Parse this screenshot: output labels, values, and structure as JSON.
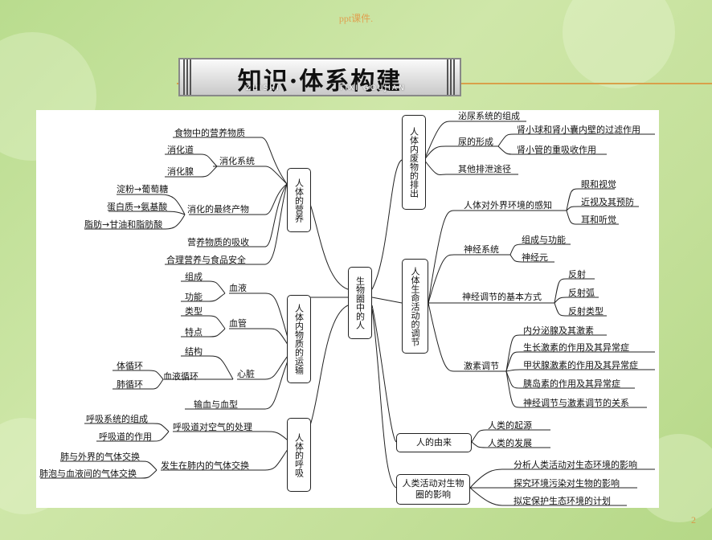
{
  "header": {
    "note": "ppt课件."
  },
  "banner": {
    "title": "知识·体系构建",
    "subtitle_left": "ZHISHI",
    "subtitle_right": "TIXI GOUJIAN"
  },
  "center": "生物圈中的人",
  "left": {
    "nutrition": {
      "title": "人体的营养",
      "food_nutrients": "食物中的营养物质",
      "digestive_system": "消化系统",
      "digestive_tract": "消化道",
      "digestive_gland": "消化腺",
      "final_products": "消化的最终产物",
      "starch": "淀粉→葡萄糖",
      "protein": "蛋白质→氨基酸",
      "fat": "脂肪→甘油和脂肪酸",
      "absorption": "营养物质的吸收",
      "food_safety": "合理营养与食品安全"
    },
    "transport": {
      "title": "人体内物质的运输",
      "blood": "血液",
      "composition": "组成",
      "function": "功能",
      "vessels": "血管",
      "types": "类型",
      "features": "特点",
      "heart": "心脏",
      "structure": "结构",
      "circulation": "血液循环",
      "systemic": "体循环",
      "pulmonary": "肺循环",
      "transfusion": "输血与血型"
    },
    "respiration": {
      "title": "人体的呼吸",
      "air_processing": "呼吸道对空气的处理",
      "system_composition": "呼吸系统的组成",
      "airway_function": "呼吸道的作用",
      "gas_exchange_lung": "发生在肺内的气体交换",
      "lung_external": "肺与外界的气体交换",
      "alveoli_blood": "肺泡与血液间的气体交换"
    }
  },
  "right": {
    "excretion": {
      "title": "人体内废物的排出",
      "urinary_system": "泌尿系统的组成",
      "urine_formation": "尿的形成",
      "filtration": "肾小球和肾小囊内壁的过滤作用",
      "reabsorption": "肾小管的重吸收作用",
      "other_routes": "其他排泄途径"
    },
    "regulation": {
      "title": "人体生命活动的调节",
      "perception": "人体对外界环境的感知",
      "eye_vision": "眼和视觉",
      "myopia": "近视及其预防",
      "ear_hearing": "耳和听觉",
      "nervous_system": "神经系统",
      "composition_function": "组成与功能",
      "neuron": "神经元",
      "basic_mode": "神经调节的基本方式",
      "reflex": "反射",
      "reflex_arc": "反射弧",
      "reflex_types": "反射类型",
      "hormone": "激素调节",
      "endocrine": "内分泌腺及其激素",
      "growth_hormone": "生长激素的作用及其异常症",
      "thyroid": "甲状腺激素的作用及其异常症",
      "insulin": "胰岛素的作用及其异常症",
      "relation": "神经调节与激素调节的关系"
    },
    "origin": {
      "title": "人的由来",
      "origin_of_humans": "人类的起源",
      "development": "人类的发展"
    },
    "impact": {
      "title": "人类活动对生物圈的影响",
      "analysis": "分析人类活动对生态环境的影响",
      "pollution": "探究环境污染对生物的影响",
      "plan": "拟定保护生态环境的计划"
    }
  },
  "page_number": "2",
  "colors": {
    "accent_line": "#d9a04a",
    "background": "#c4e09a",
    "panel": "#ffffff"
  }
}
